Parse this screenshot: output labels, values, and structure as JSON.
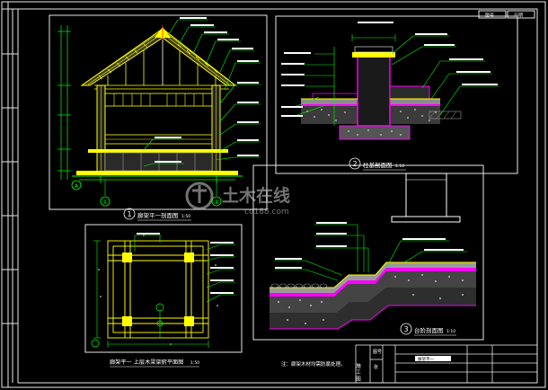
{
  "drawing": {
    "colors": {
      "background": "#000000",
      "frame": "#e8e8e8",
      "yellow": "#ffff00",
      "green": "#00ff00",
      "magenta": "#ff00ff",
      "cyan": "#00e5ff",
      "white": "#ffffff",
      "red": "#ff2020",
      "gray": "#9a9a9a"
    },
    "views": [
      {
        "number": "1",
        "title": "廊架平一剖面图",
        "scale": "1:50"
      },
      {
        "number": "2",
        "title": "柱基剖面图",
        "scale": "1:10"
      },
      {
        "number": "3",
        "title": "台阶剖面图",
        "scale": "1:10"
      },
      {
        "number": "",
        "title": "廊架平一 上层木梁架俯平面图",
        "scale": "1:50"
      }
    ],
    "axis_labels": [
      "①",
      "②",
      "A"
    ],
    "note": "注：廊架木材均需防腐处理。",
    "title_block": {
      "stamp": "图号",
      "stamp2": "张",
      "label": "施 工 图",
      "cell": "廊架平一",
      "top_right": [
        "图号",
        "日期"
      ]
    },
    "watermark": {
      "text": "土木在线",
      "url": "co188.com"
    }
  }
}
